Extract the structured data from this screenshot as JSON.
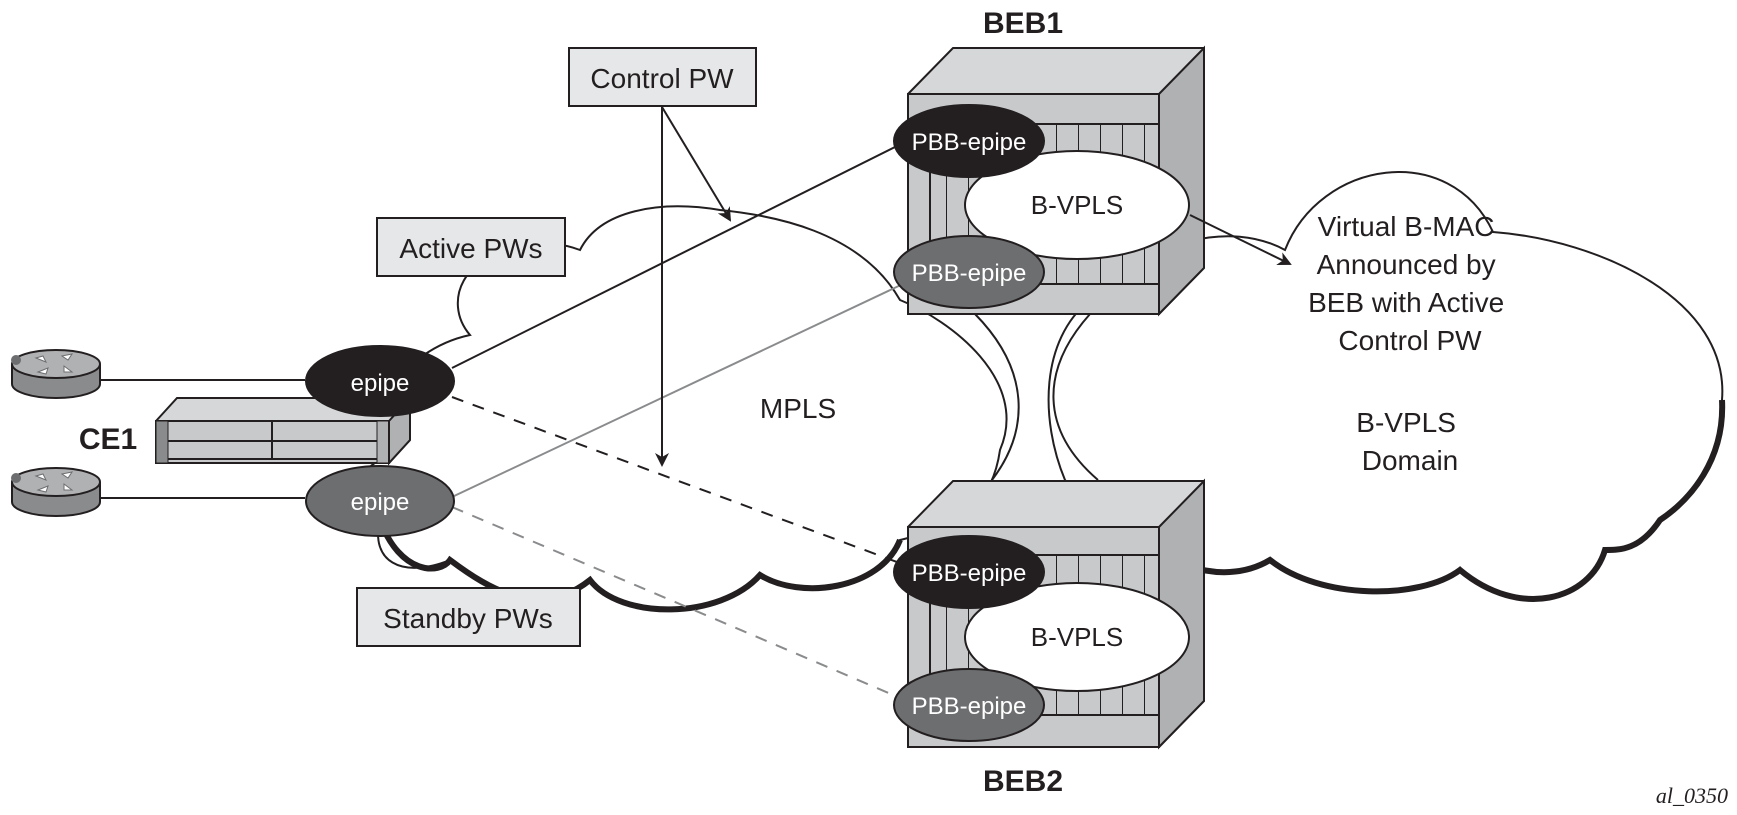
{
  "figure_id": "al_0350",
  "colors": {
    "ink": "#231f20",
    "device_fill": "#c8c9cb",
    "device_top": "#d6d7d9",
    "active_epipe": "#231f20",
    "standby_epipe": "#6d6e70",
    "callout_fill": "#e6e7e8",
    "standby_line": "#8a8b8d"
  },
  "nodes": {
    "beb1": {
      "label": "BEB1",
      "bvpls": "B-VPLS",
      "active_pbb": "PBB-epipe",
      "standby_pbb": "PBB-epipe"
    },
    "beb2": {
      "label": "BEB2",
      "bvpls": "B-VPLS",
      "active_pbb": "PBB-epipe",
      "standby_pbb": "PBB-epipe"
    },
    "ce1": {
      "label": "CE1",
      "active_epipe": "epipe",
      "standby_epipe": "epipe"
    }
  },
  "clouds": {
    "mpls": {
      "label": "MPLS"
    },
    "bvpls_domain": {
      "lines": [
        "Virtual B-MAC",
        "Announced by",
        "BEB with Active",
        "Control PW"
      ],
      "domain_lines": [
        "B-VPLS",
        "Domain"
      ]
    }
  },
  "callouts": {
    "control_pw": "Control PW",
    "active_pws": "Active PWs",
    "standby_pws": "Standby PWs"
  },
  "icons": {
    "router_top": "router-icon",
    "router_bottom": "router-icon",
    "switch": "switch-chassis-icon"
  }
}
